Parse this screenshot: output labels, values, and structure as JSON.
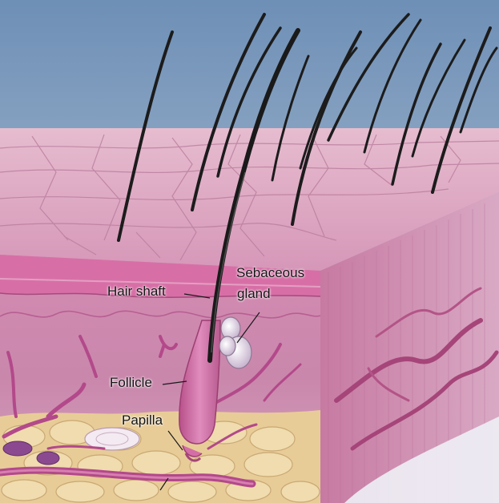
{
  "labels": {
    "hair_shaft": "Hair shaft",
    "sebaceous_line1": "Sebaceous",
    "sebaceous_line2": "gland",
    "follicle": "Follicle",
    "papilla": "Papilla"
  },
  "colors": {
    "sky": "#8fa7c4",
    "skin_surface": "#dba0bf",
    "dermis": "#c889ac",
    "fat": "#e7c98d",
    "hair": "#1c1c1c",
    "vessel": "#b0487f",
    "follicle": "#cd6aa2",
    "gland": "#eedff0"
  }
}
